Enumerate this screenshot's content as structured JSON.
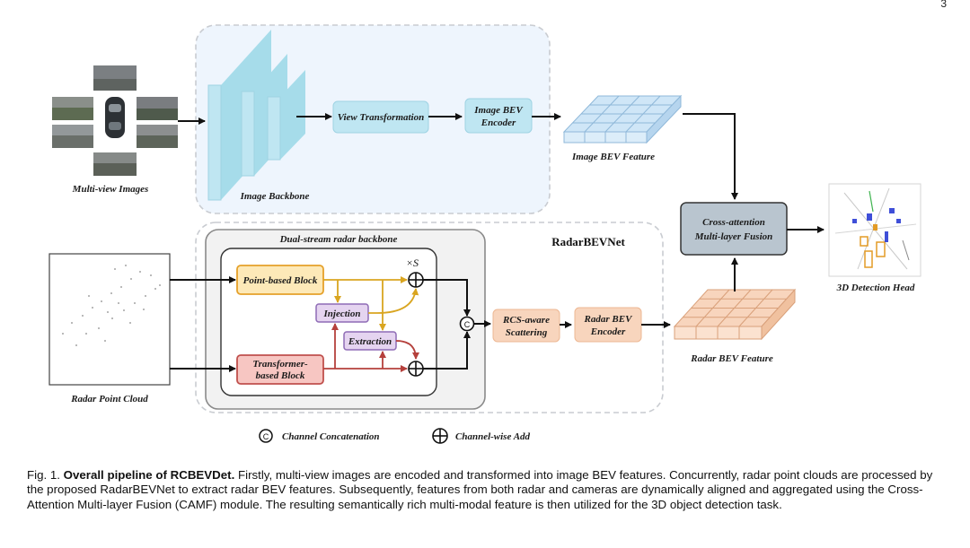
{
  "page_number": "3",
  "labels": {
    "multiview_images": "Multi-view Images",
    "image_backbone": "Image Backbone",
    "view_transformation": "View Transformation",
    "image_bev_encoder_l1": "Image BEV",
    "image_bev_encoder_l2": "Encoder",
    "image_bev_feature": "Image BEV Feature",
    "cross_attention_l1": "Cross-attention",
    "cross_attention_l2": "Multi-layer Fusion",
    "detection_head": "3D Detection Head",
    "radar_point_cloud": "Radar Point Cloud",
    "dual_stream": "Dual-stream radar backbone",
    "radarbevnet": "RadarBEVNet",
    "point_block": "Point-based Block",
    "transformer_block_l1": "Transformer-",
    "transformer_block_l2": "based Block",
    "injection": "Injection",
    "extraction": "Extraction",
    "times_s": "×S",
    "rcs_l1": "RCS-aware",
    "rcs_l2": "Scattering",
    "radar_bev_encoder_l1": "Radar BEV",
    "radar_bev_encoder_l2": "Encoder",
    "radar_bev_feature": "Radar BEV Feature",
    "concat_symbol": "C",
    "legend_concat": "Channel Concatenation",
    "legend_add": "Channel-wise Add"
  },
  "caption": {
    "prefix": "Fig. 1. ",
    "bold": "Overall pipeline of RCBEVDet.",
    "text": " Firstly, multi-view images are encoded and transformed into image BEV features. Concurrently, radar point clouds are processed by the proposed RadarBEVNet to extract radar BEV features. Subsequently, features from both radar and cameras are dynamically aligned and aggregated using the Cross-Attention Multi-layer Fusion (CAMF) module. The resulting semantically rich multi-modal feature is then utilized for the 3D object detection task."
  },
  "colors": {
    "image_region": "#eef5fd",
    "block_blue": "#bfe6f2",
    "bev_blue": "#cfe6f7",
    "fusion_box": "#b9c5cf",
    "point_block": "#fde9b8",
    "point_block_border": "#e5a12a",
    "transformer_block": "#f7c6c2",
    "transformer_block_border": "#c0504d",
    "inject_box": "#e5d4f0",
    "inject_border": "#8e6bb5",
    "radar_orange": "#f8d5bd",
    "arrow_gold": "#d9a520",
    "arrow_red": "#b5403c"
  }
}
